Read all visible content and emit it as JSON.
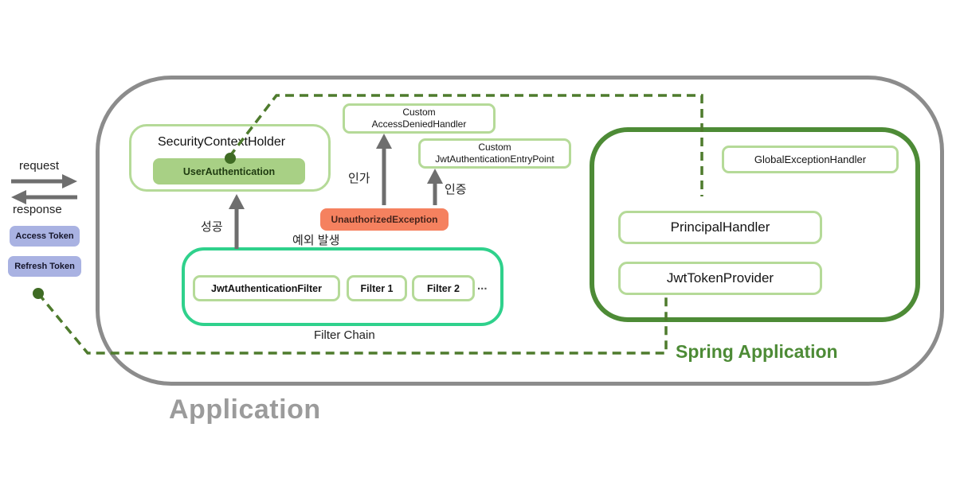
{
  "application": {
    "label": "Application"
  },
  "client": {
    "request_label": "request",
    "response_label": "response",
    "access_token_label": "Access Token",
    "refresh_token_label": "Refresh Token"
  },
  "security_context_holder": {
    "title": "SecurityContextHolder",
    "user_authentication_label": "UserAuthentication"
  },
  "custom_access_denied_handler": {
    "line1": "Custom",
    "line2": "AccessDeniedHandler"
  },
  "custom_jwt_authentication_entry_point": {
    "line1": "Custom",
    "line2": "JwtAuthenticationEntryPoint"
  },
  "unauthorized_exception": {
    "label": "UnauthorizedException"
  },
  "flow_labels": {
    "success": "성공",
    "authorization": "인가",
    "authentication": "인증",
    "exception_occurs": "예외 발생"
  },
  "filter_chain": {
    "label": "Filter Chain",
    "filters": [
      "JwtAuthenticationFilter",
      "Filter 1",
      "Filter 2"
    ],
    "ellipsis": "..."
  },
  "spring_application": {
    "label": "Spring Application",
    "global_exception_handler_label": "GlobalExceptionHandler",
    "principal_handler_label": "PrincipalHandler",
    "jwt_token_provider_label": "JwtTokenProvider"
  },
  "colors": {
    "application_border": "#8c8c8c",
    "application_label": "#9b9b9b",
    "spring_green": "#4d8b36",
    "light_green_border": "#b5da98",
    "user_auth_fill": "#a8d085",
    "filter_chain_border": "#2fd18c",
    "unauthorized_fill": "#f5815f",
    "token_badge_fill": "#a9b2e2",
    "dashed_line": "#4e7b2d",
    "arrow_gray": "#6e6e6e",
    "dot_green": "#3f6b24"
  }
}
